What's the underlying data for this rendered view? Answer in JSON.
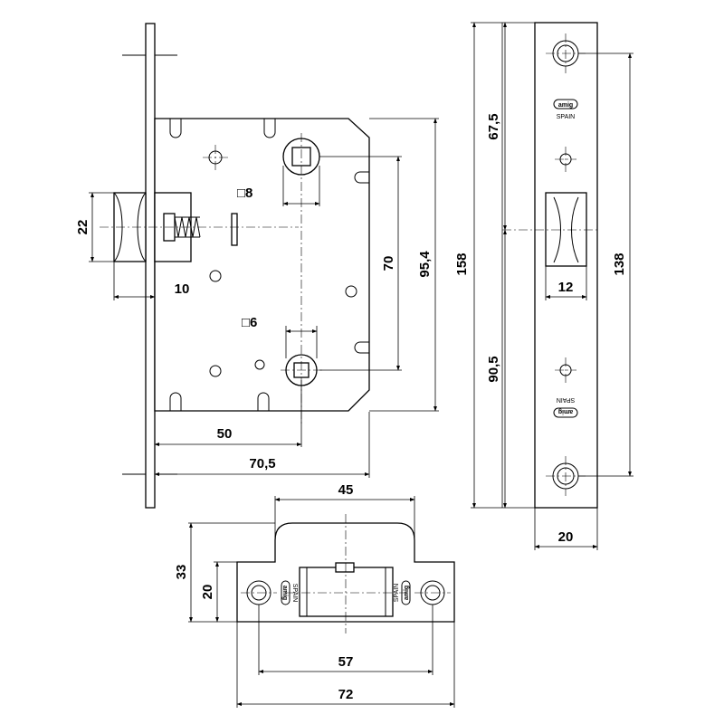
{
  "diagram": {
    "lock_body_dimensions": {
      "backset": "50",
      "body_depth": "70,5",
      "spindle_to_lower_hole": "70",
      "body_height": "95,4",
      "latch_height": "22",
      "latch_projection": "10",
      "upper_square": "□8",
      "lower_square": "□6"
    },
    "faceplate_dimensions": {
      "total_height": "158",
      "upper_to_latch": "67,5",
      "latch_to_bottom": "90,5",
      "screw_spacing": "138",
      "latch_width": "12",
      "width": "20"
    },
    "strike_plate_dimensions": {
      "lip_width": "45",
      "total_height": "33",
      "plate_height": "20",
      "screw_spacing": "57",
      "total_width": "72"
    },
    "brand_text": "SPAIN"
  }
}
